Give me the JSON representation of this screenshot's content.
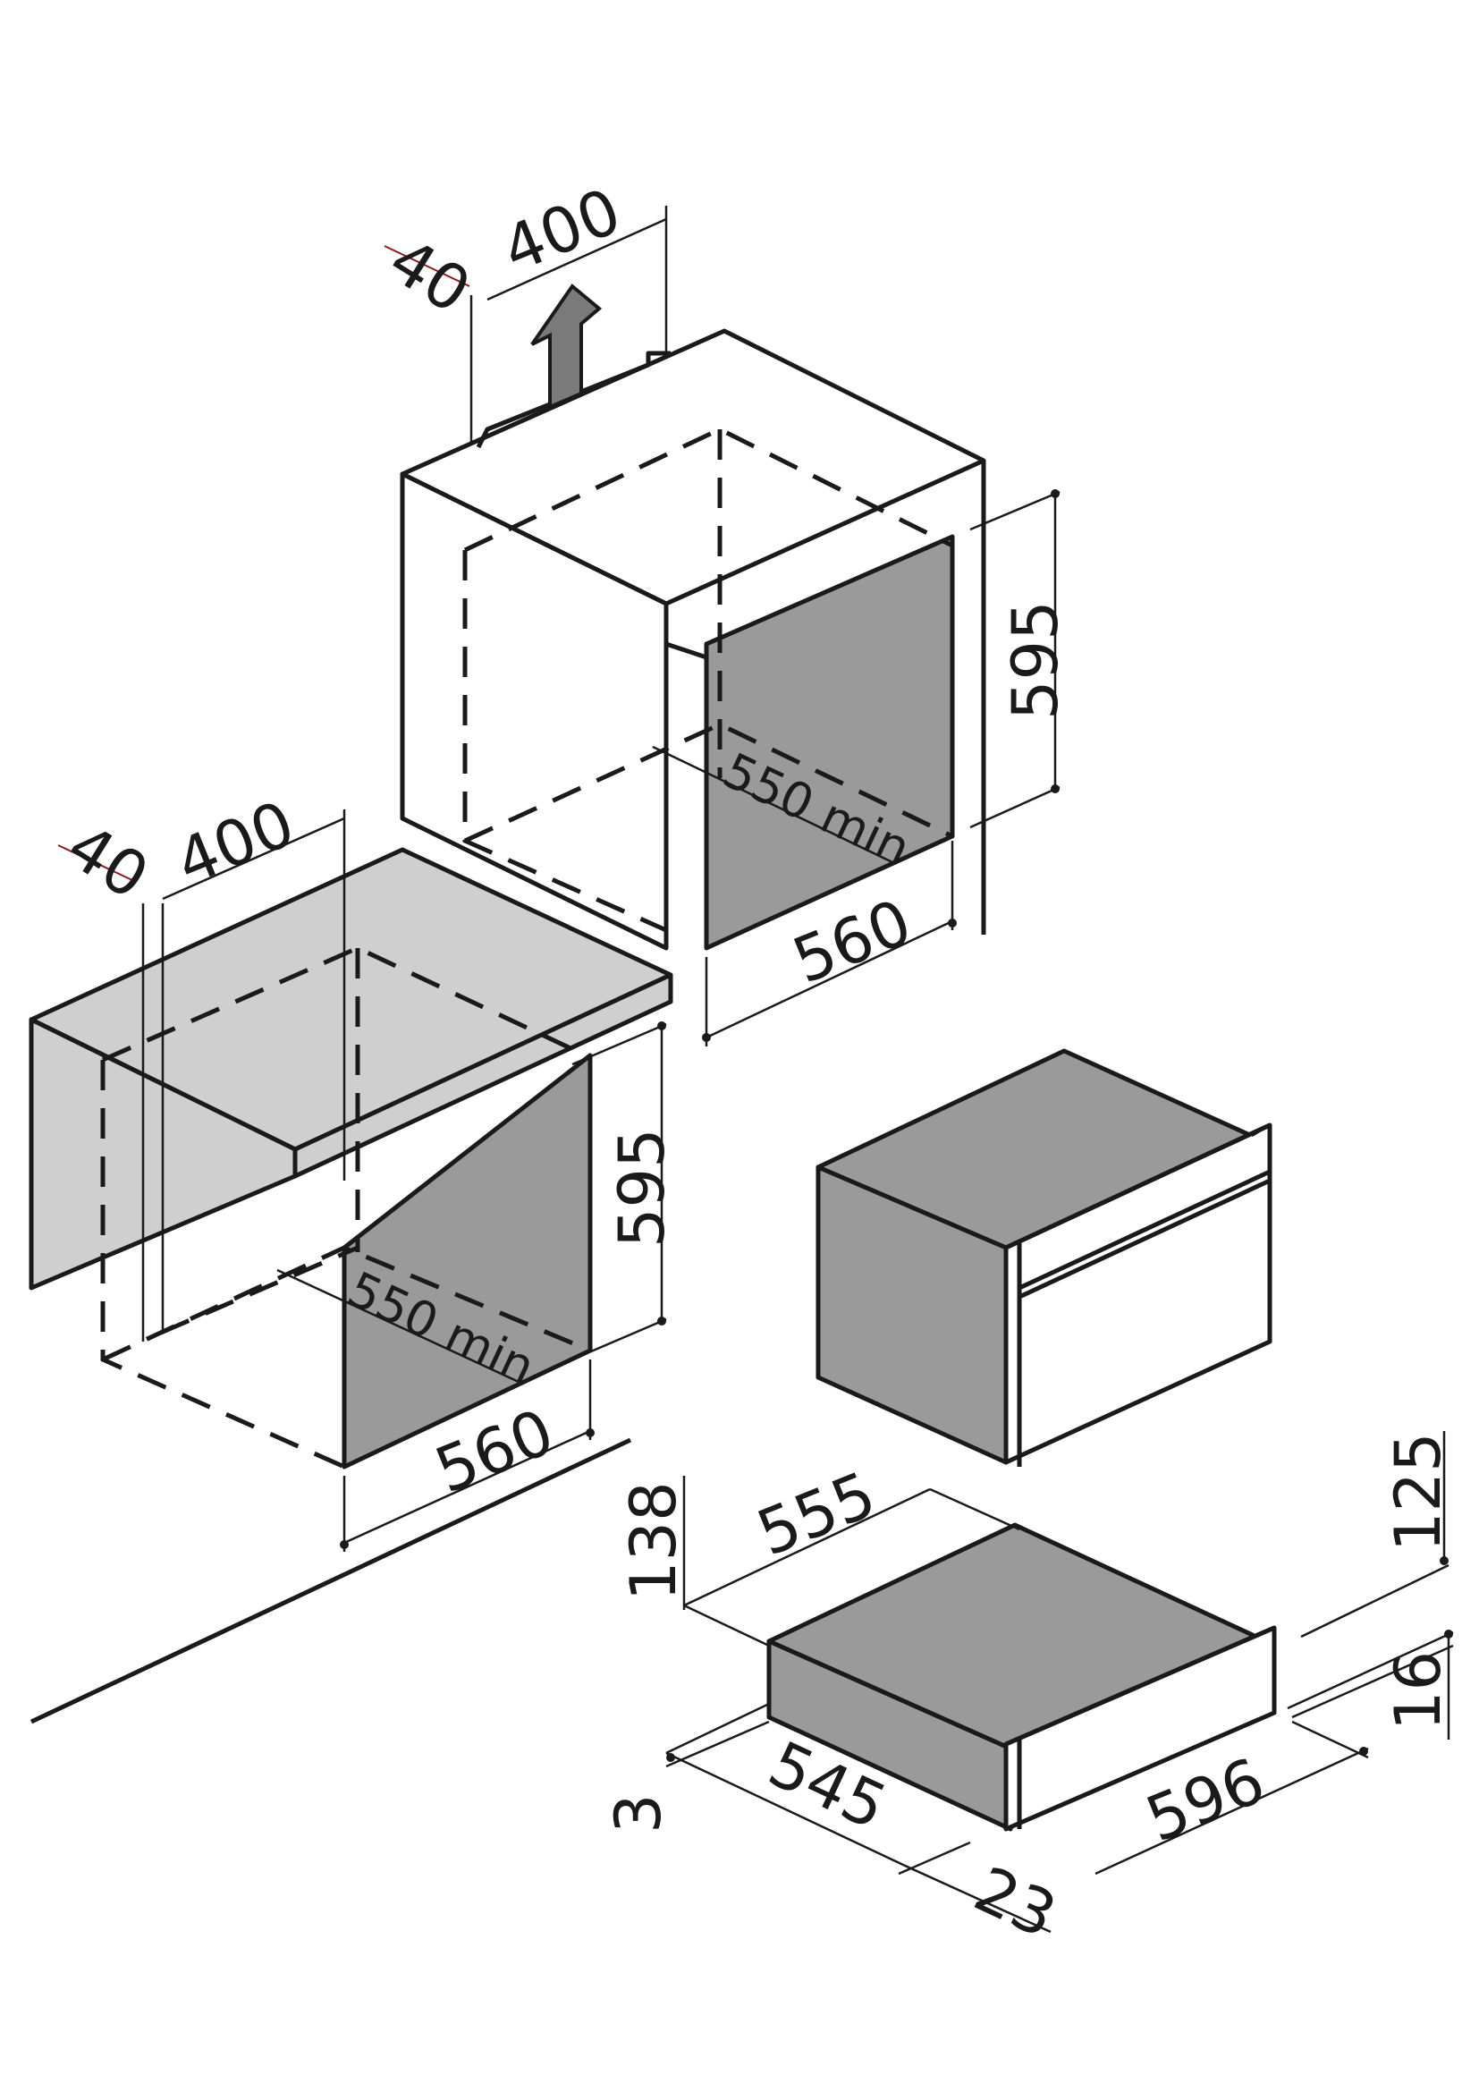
{
  "upper_cabinet": {
    "dims": {
      "gap": "40",
      "vent_depth": "400",
      "height": "595",
      "depth_min": "550 min",
      "width": "560"
    }
  },
  "under_counter": {
    "dims": {
      "gap": "40",
      "vent_depth": "400",
      "height": "595",
      "depth_min": "550 min",
      "width": "560"
    }
  },
  "drawer": {
    "dims": {
      "total_height": "138",
      "depth": "555",
      "body_height": "125",
      "panel_height": "16",
      "side_gap": "3",
      "body_depth": "545",
      "front_thickness": "23",
      "width": "596"
    }
  },
  "colors": {
    "line": "#1a1a1a",
    "fill_dark": "#9a9a9a",
    "fill_light": "#cfcfcf"
  }
}
